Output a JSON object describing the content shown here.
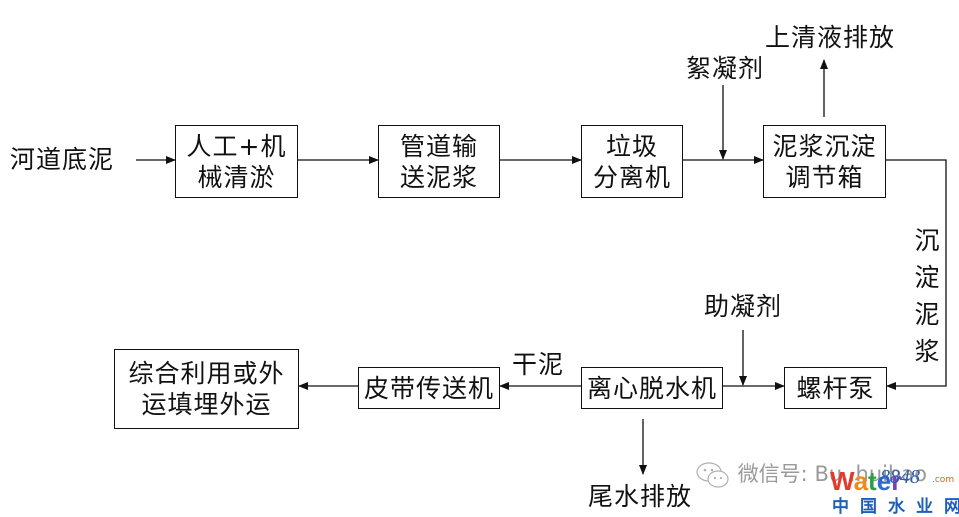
{
  "diagram": {
    "type": "process-flowchart",
    "input_label": "河道底泥",
    "nodes": [
      {
        "id": "manual",
        "lines": [
          "人工+机",
          "械清淤"
        ]
      },
      {
        "id": "pipeline",
        "lines": [
          "管道输",
          "送泥浆"
        ]
      },
      {
        "id": "separator",
        "lines": [
          "垃圾",
          "分离机"
        ]
      },
      {
        "id": "settling",
        "lines": [
          "泥浆沉淀",
          "调节箱"
        ]
      },
      {
        "id": "screw_pump",
        "lines": [
          "螺杆泵"
        ]
      },
      {
        "id": "centrifuge",
        "lines": [
          "离心脱水机"
        ]
      },
      {
        "id": "belt",
        "lines": [
          "皮带传送机"
        ]
      },
      {
        "id": "final",
        "lines": [
          "综合利用或外",
          "运填埋外运"
        ]
      }
    ],
    "labels": {
      "flocculant": "絮凝剂",
      "supernatant": "上清液排放",
      "settled_sludge_chars": [
        "沉",
        "淀",
        "泥",
        "浆"
      ],
      "coagulant_aid": "助凝剂",
      "dry_sludge": "干泥",
      "tail_water": "尾水排放"
    },
    "edges": [
      [
        "input",
        "manual"
      ],
      [
        "manual",
        "pipeline"
      ],
      [
        "pipeline",
        "separator"
      ],
      [
        "separator",
        "settling"
      ],
      [
        "flocculant",
        "separator-settling line"
      ],
      [
        "settling",
        "supernatant"
      ],
      [
        "settling",
        "screw_pump",
        "沉淀泥浆"
      ],
      [
        "coagulant_aid",
        "centrifuge-screw_pump line"
      ],
      [
        "centrifuge",
        "screw_pump"
      ],
      [
        "centrifuge",
        "belt",
        "干泥"
      ],
      [
        "centrifuge",
        "tail_water"
      ],
      [
        "belt",
        "final"
      ]
    ]
  },
  "watermark": {
    "wechat_text": "微信号: Bu..huibao",
    "logo_word": [
      "W",
      "a",
      "t",
      "e",
      "r"
    ],
    "logo_colors": [
      "#e23b2e",
      "#f08a1c",
      "#2f9e44",
      "#2a6fd6",
      "#7b3fb8"
    ],
    "logo_number": "8848",
    "logo_domain": ".com",
    "logo_cn": "中国水业网"
  }
}
